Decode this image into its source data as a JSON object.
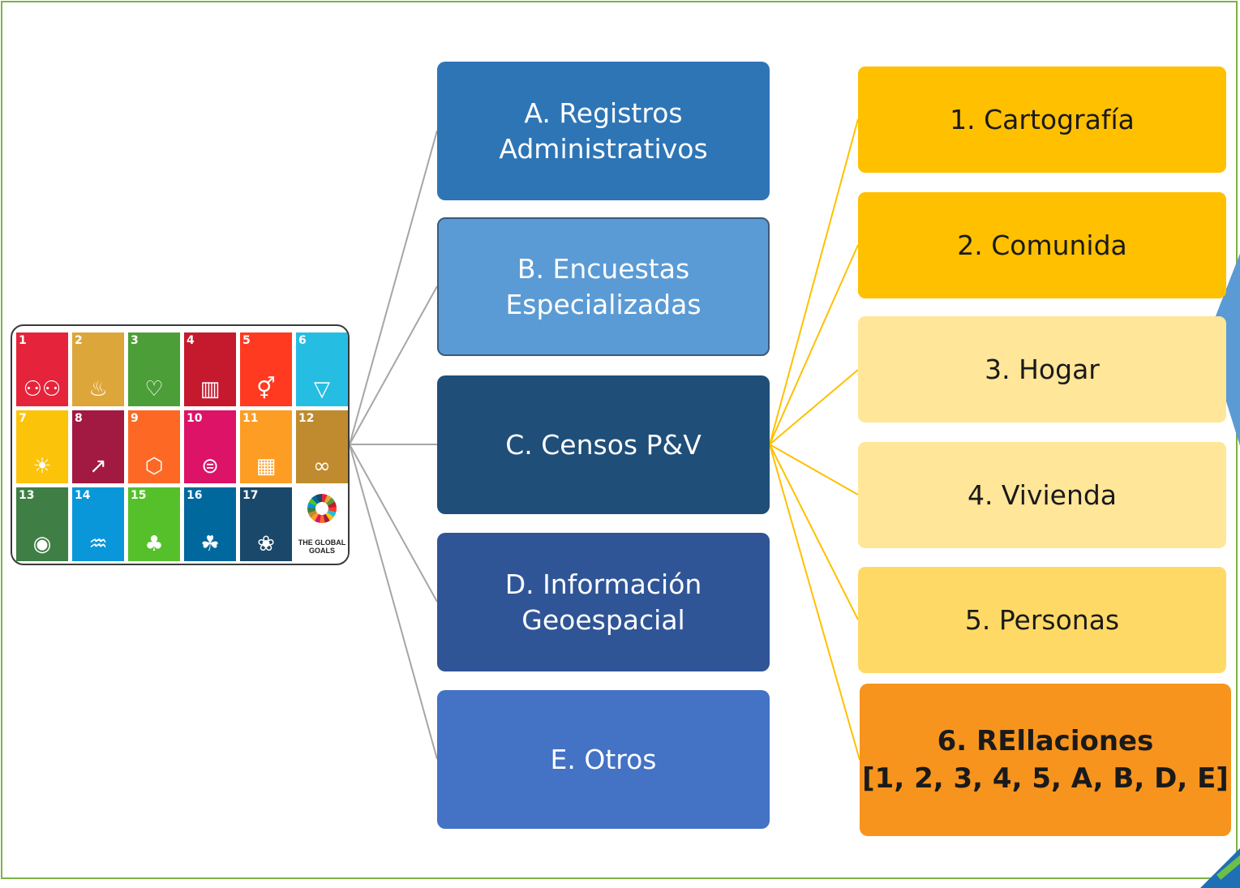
{
  "root": {
    "image_label": "THE GLOBAL GOALS"
  },
  "level1": [
    {
      "label": "A. Registros\nAdministrativos",
      "color": "#2e75b6"
    },
    {
      "label": "B. Encuestas\nEspecializadas",
      "color": "#5b9bd5"
    },
    {
      "label": "C. Censos P&V",
      "color": "#1f4e79"
    },
    {
      "label": "D. Información\nGeoespacial",
      "color": "#2f5597"
    },
    {
      "label": "E. Otros",
      "color": "#4472c4"
    }
  ],
  "level2": [
    {
      "label": "1. Cartografía",
      "color": "#ffc000"
    },
    {
      "label": "2. Comunida",
      "color": "#ffc000"
    },
    {
      "label": "3. Hogar",
      "color": "#ffe699"
    },
    {
      "label": "4. Vivienda",
      "color": "#ffe699"
    },
    {
      "label": "5. Personas",
      "color": "#ffd966"
    },
    {
      "label": "6. REllaciones\n[1, 2, 3, 4, 5, A, B, D, E]",
      "color": "#f7941d"
    }
  ],
  "sdg_tiles": [
    {
      "num": "1",
      "icon": "people-icon",
      "color": "#e5243b"
    },
    {
      "num": "2",
      "icon": "bowl-icon",
      "color": "#dda63a"
    },
    {
      "num": "3",
      "icon": "heartbeat-icon",
      "color": "#4c9f38"
    },
    {
      "num": "4",
      "icon": "book-icon",
      "color": "#c5192d"
    },
    {
      "num": "5",
      "icon": "gender-icon",
      "color": "#ff3a21"
    },
    {
      "num": "6",
      "icon": "water-icon",
      "color": "#26bde2"
    },
    {
      "num": "7",
      "icon": "sun-icon",
      "color": "#fcc30b"
    },
    {
      "num": "8",
      "icon": "growth-chart-icon",
      "color": "#a21942"
    },
    {
      "num": "9",
      "icon": "cubes-icon",
      "color": "#fd6925"
    },
    {
      "num": "10",
      "icon": "equal-icon",
      "color": "#dd1367"
    },
    {
      "num": "11",
      "icon": "city-icon",
      "color": "#fd9d24"
    },
    {
      "num": "12",
      "icon": "infinity-icon",
      "color": "#bf8b2e"
    },
    {
      "num": "13",
      "icon": "eye-globe-icon",
      "color": "#3f7e44"
    },
    {
      "num": "14",
      "icon": "fish-icon",
      "color": "#0a97d9"
    },
    {
      "num": "15",
      "icon": "tree-icon",
      "color": "#56c02b"
    },
    {
      "num": "16",
      "icon": "dove-icon",
      "color": "#00689d"
    },
    {
      "num": "17",
      "icon": "flower-icon",
      "color": "#19486a"
    }
  ]
}
